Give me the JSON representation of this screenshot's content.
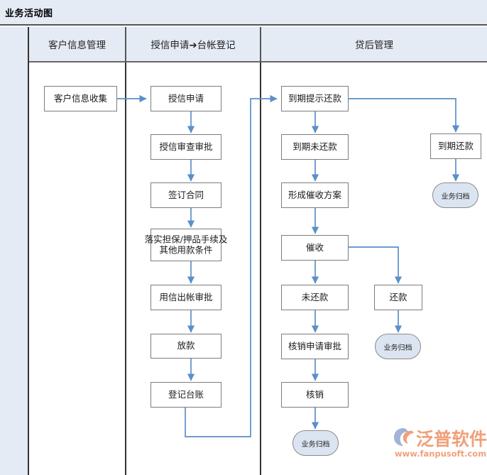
{
  "title": "业务活动图",
  "lanes": [
    {
      "name": "lane-blank",
      "label": ""
    },
    {
      "name": "lane-customer-info",
      "label": "客户信息管理"
    },
    {
      "name": "lane-credit-application",
      "label": "授信申请➔台帐登记"
    },
    {
      "name": "lane-post-loan",
      "label": "贷后管理"
    }
  ],
  "nodes": {
    "customer_info_collect": "客户信息收集",
    "credit_application": "授信申请",
    "credit_review_approval": "授信审查审批",
    "sign_contract": "签订合同",
    "guarantee_collateral": "落实担保/押品手续及其他用款条件",
    "credit_use_approval": "用信出帐审批",
    "disbursement": "放款",
    "register_ledger": "登记台账",
    "due_reminder": "到期提示还款",
    "due_unpaid": "到期未还款",
    "collection_plan": "形成催收方案",
    "collection": "催收",
    "unpaid": "未还款",
    "writeoff_approval": "核销申请审批",
    "writeoff": "核销",
    "due_repaid": "到期还款",
    "repaid": "还款",
    "archive_1": "业务归档",
    "archive_2": "业务归档",
    "archive_3": "业务归档"
  },
  "watermark": {
    "brand": "泛普软件",
    "url": "www.fanpusoft.com"
  },
  "colors": {
    "header_fill": "#e5ebf5",
    "node_border": "#7d7d7d",
    "connector": "#5b8fc9",
    "terminator_fill": "#dbe5f1",
    "brand_orange": "#f0a07a",
    "brand_blue": "#9fb4d6"
  }
}
